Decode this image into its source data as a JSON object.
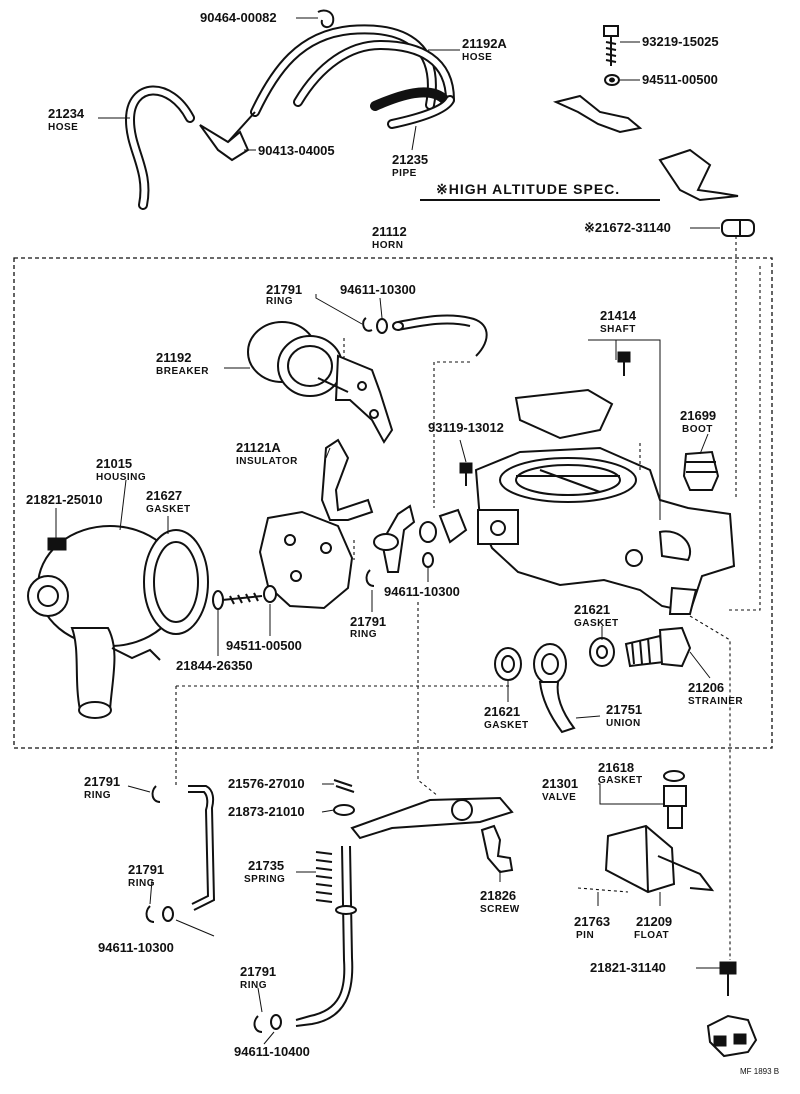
{
  "title": "※HIGH ALTITUDE SPEC.",
  "code": "MF 1893 B",
  "parts": [
    {
      "id": "p_90464",
      "number": "90464-00082",
      "name": ""
    },
    {
      "id": "p_21192A",
      "number": "21192A",
      "name": "HOSE"
    },
    {
      "id": "p_93219",
      "number": "93219-15025",
      "name": ""
    },
    {
      "id": "p_94511a",
      "number": "94511-00500",
      "name": ""
    },
    {
      "id": "p_21234",
      "number": "21234",
      "name": "HOSE"
    },
    {
      "id": "p_90413",
      "number": "90413-04005",
      "name": ""
    },
    {
      "id": "p_21235",
      "number": "21235",
      "name": "PIPE"
    },
    {
      "id": "p_21672",
      "number": "※21672-31140",
      "name": ""
    },
    {
      "id": "p_21112",
      "number": "21112",
      "name": "HORN"
    },
    {
      "id": "p_21791a",
      "number": "21791",
      "name": "RING"
    },
    {
      "id": "p_94611a",
      "number": "94611-10300",
      "name": ""
    },
    {
      "id": "p_21414",
      "number": "21414",
      "name": "SHAFT"
    },
    {
      "id": "p_21192",
      "number": "21192",
      "name": "BREAKER"
    },
    {
      "id": "p_21699",
      "number": "21699",
      "name": "BOOT"
    },
    {
      "id": "p_93119",
      "number": "93119-13012",
      "name": ""
    },
    {
      "id": "p_21121A",
      "number": "21121A",
      "name": "INSULATOR"
    },
    {
      "id": "p_21015",
      "number": "21015",
      "name": "HOUSING"
    },
    {
      "id": "p_21821a",
      "number": "21821-25010",
      "name": ""
    },
    {
      "id": "p_21627",
      "number": "21627",
      "name": "GASKET"
    },
    {
      "id": "p_94611b",
      "number": "94611-10300",
      "name": ""
    },
    {
      "id": "p_21791b",
      "number": "21791",
      "name": "RING"
    },
    {
      "id": "p_94511b",
      "number": "94511-00500",
      "name": ""
    },
    {
      "id": "p_21621a",
      "number": "21621",
      "name": "GASKET"
    },
    {
      "id": "p_21844",
      "number": "21844-26350",
      "name": ""
    },
    {
      "id": "p_21206",
      "number": "21206",
      "name": "STRAINER"
    },
    {
      "id": "p_21621b",
      "number": "21621",
      "name": "GASKET"
    },
    {
      "id": "p_21751",
      "number": "21751",
      "name": "UNION"
    },
    {
      "id": "p_21791c",
      "number": "21791",
      "name": "RING"
    },
    {
      "id": "p_21576",
      "number": "21576-27010",
      "name": ""
    },
    {
      "id": "p_21873",
      "number": "21873-21010",
      "name": ""
    },
    {
      "id": "p_21618",
      "number": "21618",
      "name": "GASKET"
    },
    {
      "id": "p_21301",
      "number": "21301",
      "name": "VALVE"
    },
    {
      "id": "p_21791d",
      "number": "21791",
      "name": "RING"
    },
    {
      "id": "p_21735",
      "number": "21735",
      "name": "SPRING"
    },
    {
      "id": "p_21826",
      "number": "21826",
      "name": "SCREW"
    },
    {
      "id": "p_94611c",
      "number": "94611-10300",
      "name": ""
    },
    {
      "id": "p_21763",
      "number": "21763",
      "name": "PIN"
    },
    {
      "id": "p_21209",
      "number": "21209",
      "name": "FLOAT"
    },
    {
      "id": "p_21821b",
      "number": "21821-31140",
      "name": ""
    },
    {
      "id": "p_21791e",
      "number": "21791",
      "name": "RING"
    },
    {
      "id": "p_94611d",
      "number": "94611-10400",
      "name": ""
    }
  ]
}
